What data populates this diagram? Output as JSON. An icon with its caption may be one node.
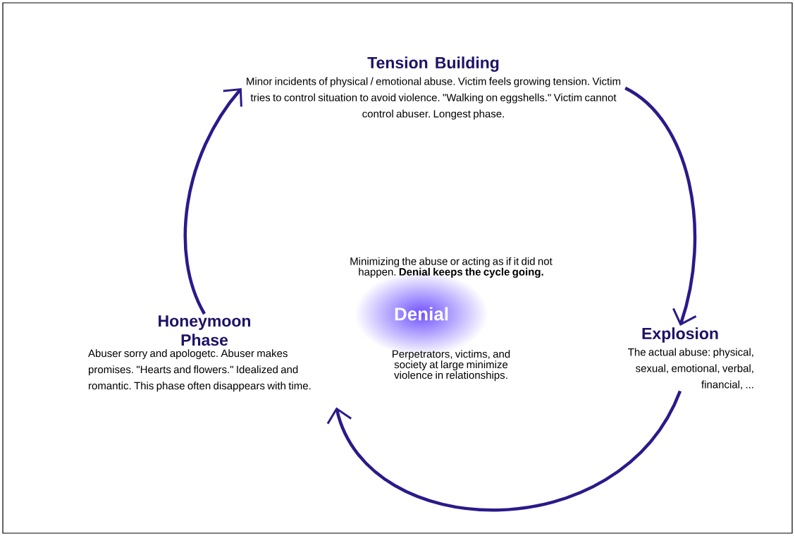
{
  "diagram": {
    "nodes": [
      {
        "text": [
          "Tension Building",
          "Minor incidents of physical / emotional abuse. Victim feels growing tension. Victim tries to control situation to avoid violence. \"Walking on eggshells.\" Victim cannot control abuser. Longest phase."
        ]
      },
      {
        "text": [
          "Explosion",
          "The actual abuse: physical, sexual, emotional, verbal, financial, ..."
        ]
      },
      {
        "text": [
          "Honeymoon Phase",
          "Abuser sorry and apologetc. Abuser makes promises. \"Hearts and flowers.\" Idealized and romantic. This phase often disappears with time."
        ]
      },
      {
        "text": [
          "Denial"
        ],
        "beside": [
          "Minimizing the abuse or acting as if it did not happen. **Denial keeps the cycle going.**",
          "Perpetrators, victims, and society at large minimize violence in relationships."
        ]
      }
    ],
    "edges": [
      {
        "from": 0,
        "to": 1,
        "arrow": "to"
      },
      {
        "from": 1,
        "to": 2,
        "arrow": "to"
      },
      {
        "from": 2,
        "to": 0,
        "arrow": "to"
      }
    ]
  }
}
